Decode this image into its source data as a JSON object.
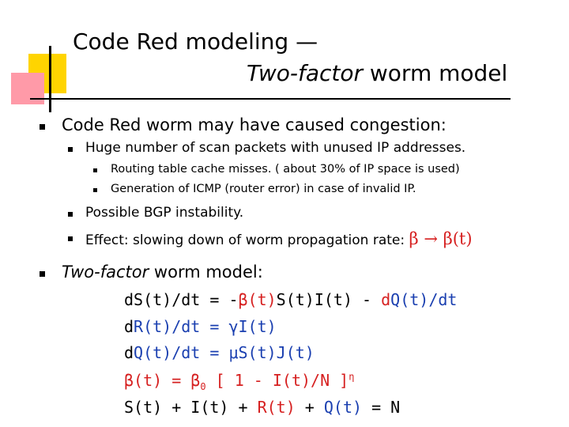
{
  "title": {
    "line1": "Code Red modeling —",
    "line2_italic": "Two-factor",
    "line2_rest": " worm model"
  },
  "bullets": {
    "b1": "Code Red worm may have caused congestion:",
    "b1_1": "Huge number of scan packets with unused IP addresses.",
    "b1_1_1": "Routing table cache misses. ( about 30% of IP space is used)",
    "b1_1_2": "Generation of ICMP (router error) in case of invalid IP.",
    "b1_2": "Possible BGP instability.",
    "b1_3": "Effect: slowing down of worm propagation rate:",
    "b1_3_formula": "β → β(t)",
    "b2_italic": "Two-factor",
    "b2_rest": " worm model:"
  },
  "equations": {
    "eq1_a": "d",
    "eq1_b": "S(t)/dt = -",
    "eq1_c": "β(t)",
    "eq1_d": "S(t)I(t) - ",
    "eq1_e": "d",
    "eq1_f": "Q(t)/dt",
    "eq2_a": "d",
    "eq2_b": "R(t)/dt = ",
    "eq2_c": "γI(t)",
    "eq3_a": "d",
    "eq3_b": "Q(t)/dt = ",
    "eq3_c": "μS(t)J(t)",
    "eq4_a": "β(t) = ",
    "eq4_b": "β",
    "eq4_sub": "0",
    "eq4_c": " [ 1 - I(t)/N ]",
    "eq4_sup": "η",
    "eq5_a": "S(t) + I(t) + ",
    "eq5_b": "R(t)",
    "eq5_c": " + ",
    "eq5_d": "Q(t)",
    "eq5_e": " = N"
  },
  "colors": {
    "accent_blue": "#1a3fb0",
    "accent_red": "#d62020",
    "deco_yellow": "#ffd400",
    "deco_pink": "#ff9aa8"
  }
}
